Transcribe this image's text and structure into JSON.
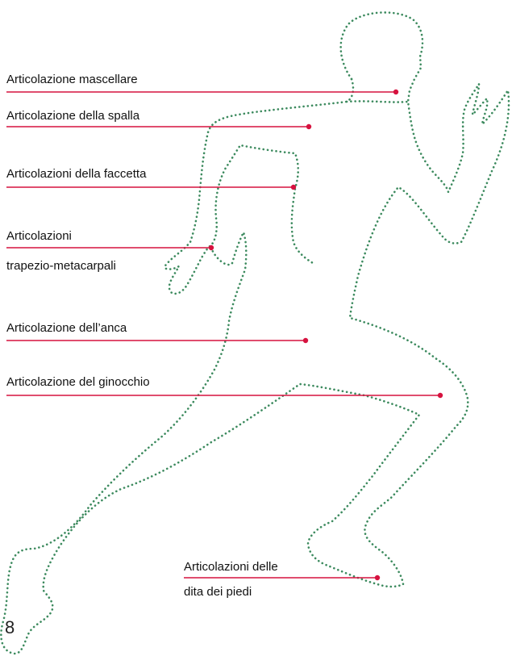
{
  "colors": {
    "outline": "#3c8a5e",
    "leader": "#d6123f",
    "text": "#111111"
  },
  "labels": {
    "jaw": "Articolazione mascellare",
    "shoulder": "Articolazione della spalla",
    "facet": "Articolazioni della faccetta",
    "trapezio_line1": "Articolazioni",
    "trapezio_line2": "trapezio-metacarpali",
    "hip": "Articolazione dell’anca",
    "knee": "Articolazione del ginocchio",
    "toes_line1": "Articolazioni delle",
    "toes_line2": "dita dei piedi"
  },
  "page_number": "8"
}
